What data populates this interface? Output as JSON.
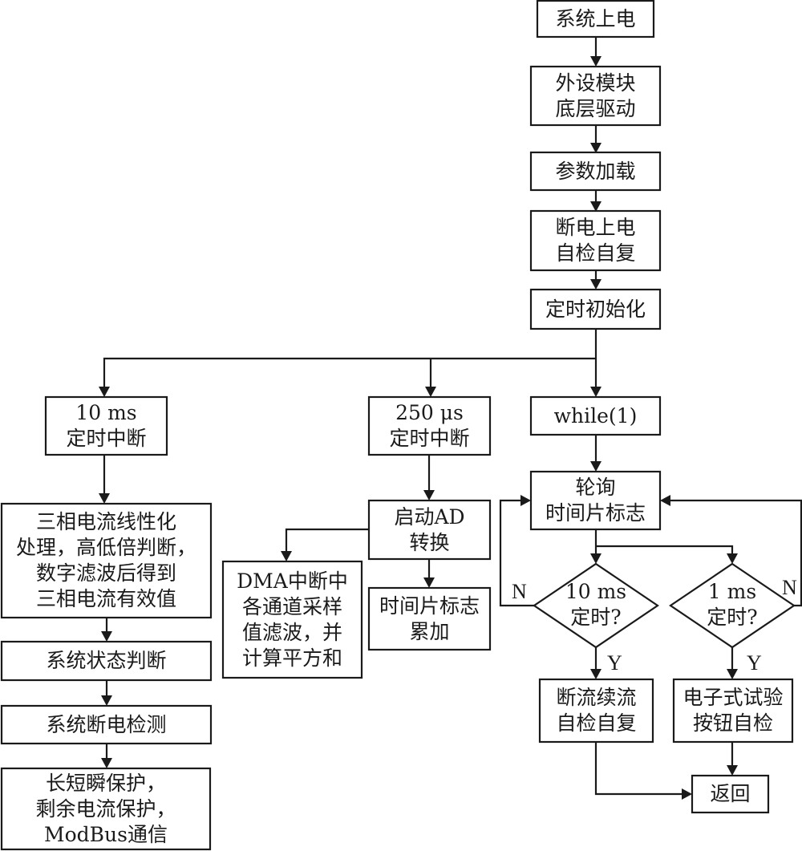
{
  "diagram": {
    "type": "flowchart",
    "nodes": {
      "power_on": {
        "lines": [
          "系统上电"
        ]
      },
      "peripheral_driver": {
        "lines": [
          "外设模块",
          "底层驱动"
        ]
      },
      "param_load": {
        "lines": [
          "参数加载"
        ]
      },
      "power_selfcheck": {
        "lines": [
          "断电上电",
          "自检自复"
        ]
      },
      "timer_init": {
        "lines": [
          "定时初始化"
        ]
      },
      "irq_10ms": {
        "lines": [
          "10 ms",
          "定时中断"
        ]
      },
      "irq_250us": {
        "lines": [
          "250 μs",
          "定时中断"
        ]
      },
      "while_loop": {
        "lines": [
          "while(1)"
        ]
      },
      "poll_flag": {
        "lines": [
          "轮询",
          "时间片标志"
        ]
      },
      "three_phase": {
        "lines": [
          "三相电流线性化",
          "处理，高低倍判断，",
          "数字滤波后得到",
          "三相电流有效值"
        ]
      },
      "state_judge": {
        "lines": [
          "系统状态判断"
        ]
      },
      "poweroff_detect": {
        "lines": [
          "系统断电检测"
        ]
      },
      "protection": {
        "lines": [
          "长短瞬保护，",
          "剩余电流保护，",
          "ModBus通信"
        ]
      },
      "start_ad": {
        "lines": [
          "启动AD",
          "转换"
        ]
      },
      "dma_irq": {
        "lines": [
          "DMA中断中",
          "各通道采样",
          "值滤波，并",
          "计算平方和"
        ]
      },
      "flag_accum": {
        "lines": [
          "时间片标志",
          "累加"
        ]
      },
      "dec_10ms": {
        "lines": [
          "10 ms",
          "定时?"
        ]
      },
      "dec_1ms": {
        "lines": [
          "1 ms",
          "定时?"
        ]
      },
      "current_selfcheck": {
        "lines": [
          "断流续流",
          "自检自复"
        ]
      },
      "button_selfcheck": {
        "lines": [
          "电子式试验",
          "按钮自检"
        ]
      },
      "return": {
        "lines": [
          "返回"
        ]
      }
    },
    "branch_labels": {
      "dec_10ms_no": "N",
      "dec_10ms_yes": "Y",
      "dec_1ms_no": "N",
      "dec_1ms_yes": "Y"
    },
    "edges": [
      [
        "power_on",
        "peripheral_driver"
      ],
      [
        "peripheral_driver",
        "param_load"
      ],
      [
        "param_load",
        "power_selfcheck"
      ],
      [
        "power_selfcheck",
        "timer_init"
      ],
      [
        "timer_init",
        "irq_10ms"
      ],
      [
        "timer_init",
        "irq_250us"
      ],
      [
        "timer_init",
        "while_loop"
      ],
      [
        "irq_10ms",
        "three_phase"
      ],
      [
        "three_phase",
        "state_judge"
      ],
      [
        "state_judge",
        "poweroff_detect"
      ],
      [
        "poweroff_detect",
        "protection"
      ],
      [
        "irq_250us",
        "start_ad"
      ],
      [
        "start_ad",
        "dma_irq"
      ],
      [
        "start_ad",
        "flag_accum"
      ],
      [
        "while_loop",
        "poll_flag"
      ],
      [
        "poll_flag",
        "dec_10ms"
      ],
      [
        "poll_flag",
        "dec_1ms"
      ],
      [
        "dec_10ms",
        "poll_flag",
        "N"
      ],
      [
        "dec_10ms",
        "current_selfcheck",
        "Y"
      ],
      [
        "dec_1ms",
        "poll_flag",
        "N"
      ],
      [
        "dec_1ms",
        "button_selfcheck",
        "Y"
      ],
      [
        "current_selfcheck",
        "return"
      ],
      [
        "button_selfcheck",
        "return"
      ]
    ]
  }
}
